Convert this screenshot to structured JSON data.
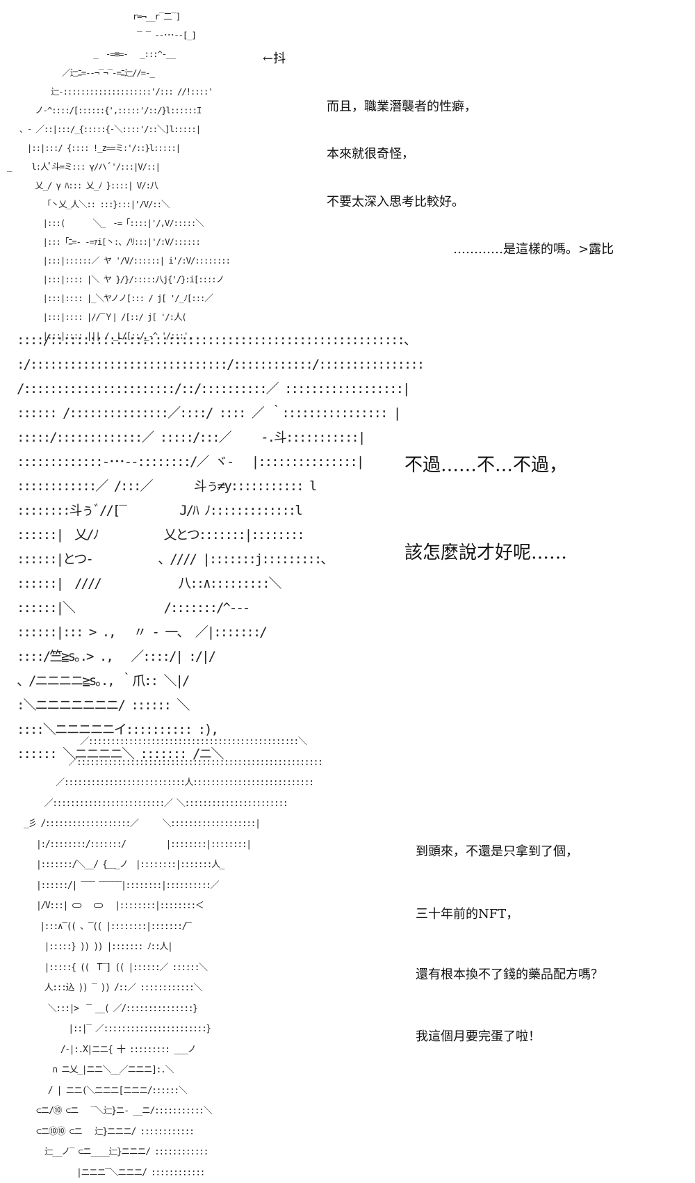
{
  "panel1": {
    "note": "←抖",
    "lines": [
      "而且，職業潛襲者的性癖，",
      "本來就很奇怪，",
      "不要太深入思考比較好。",
      "…………是這樣的嗎。>露比"
    ],
    "art": "　　　　　　　　　　　　　　　　r=¬__r‾二‾]\n　　　　　　　　　　　　　　　　 ‾ ‾ ‐‐･･･‐‐[_]\n　　　　　　　　　　　_　‐=≡=‐　 _:::^‐__\n　　　　　　　／辷ﾆ=‐‐¬‾¬‾‐=ﾆ辷//=‐_\n　　　　　 辷‐::::::::::::::::::::'/::: //!::::'\n　　　 ノ‐^::::/[::::::{',:::::'/::/}l::::::I\n　 、‐ ／::|:::/_{:::::{‐＼::::'/::＼]l:::::|\n　　 |::|:::/ {:::: !_z==ミ:'/::}l:::::|\n_　　 l:人ﾟ斗=ミ::: γ/ハ ﾞ'/:::|V/::|\n　　　 乂_/ γ ﾊ::: 乂_ﾉ }::::| V/:八\n　　　　 「丶乂_人＼:: :::}:::|'/V/::＼\n　　　　 |:::(　　　 ＼_　-=「::::|'/,V/:::::＼\n　　　　 |:::「ﾆ=‐ ‐=ｧi[丶:、/ﾘ:::|'/:V/::::::\n　　　　 |:::|::::::／ ヤ '/V/::::::| i'/:V/::::::::\n　　　　 |:::|:::: |＼ ヤ }/}/:::::八j{'/}:i[::::ノ\n　　　　 |:::|:::: |_＼ヤノノ[::: / j[ '/_ﾉ[:::／\n　　　　 |:::|:::: |//‾Ｙ| /[::/ j[ '/:人(\n　　　　 |:::|:::: ||| / _L/[::/_‐^ '/:::',"
  },
  "panel2": {
    "lines": [
      "不過……不…不過，",
      "該怎麼說才好呢……"
    ],
    "art": "::::/::::::::::::::::::::::::::::::::::::::::::::::::::::::、\n:/::::::::::::::::::::::::::::::/::::::::::::/::::::::::::::::\n/:::::::::::::::::::::::/::/::::::::::／ ::::::::::::::::::|\n:::::: /:::::::::::::::／::::/ :::: ／ ｀:::::::::::::::: |\n:::::/:::::::::::::／ :::::/:::／　　 ‐.斗:::::::::::|\n:::::::::::::‐･･･‐‐::::::::/／ ヾ‐　 |:::::::::::::::|\n::::::::::::／ /:::／　　　 斗ぅ≠y::::::::::: l\n::::::::斗ぅﾞ//[‾　　　　 J/ﾊ ﾉ:::::::::::::l\n::::::|　乂/ﾉ　　　　　 乂とつ:::::::|::::::::\n::::::|とつ‐　　　　　 、//// |:::::::j:::::::::、\n::::::|　////　　　　　　 八::∧:::::::::＼\n::::::|＼　　　　　　　 /:::::::/^‐‐‐\n::::::|::: > .,　 〃 ‐ 一、 ／|:::::::/\n::::/竺≧s｡.> .,　 ／::::/| :/|/\n、/ニニニニ≧s｡., ｀爪:: ＼|/\n:＼ニニニニニニニ/ :::::: ＼\n::::＼ニニニニニイ:::::::::: :),\n:::::: ＼ニニニニ＼ ::::::: /ニ＼"
  },
  "panel3": {
    "lines": [
      "到頭來，不還是只拿到了個，",
      "三十年前的NFT，",
      "還有根本換不了錢的藥品配方嗎？",
      "我這個月要完蛋了啦！"
    ],
    "art": "　　　　　　　／:::::::::::::::::::::::::::::::::::::::::::::::＼\n　　　　　 ／:::::::::::::::::::::::::::::::::::::::::::::::::::::::\n　　　　／:::::::::::::::::::::::::::人:::::::::::::::::::::::::::\n　　 ／:::::::::::::::::::::::::／ ＼:::::::::::::::::::::::\n_彡 /:::::::::::::::::::／　　　＼:::::::::::::::::::|\n　 |:/::::::::/:::::::/　　　　　|::::::::|::::::::|\n　 |:::::::/＼__/ {＿_ノ　|::::::::|:::::::人_\n　 |::::::/| ‾‾‾ ‾‾‾‾‾|::::::::|::::::::::／\n　 |/V:::| ⊂⊃　 ⊂⊃　 |::::::::|::::::::＜\n　　|:::∧‾(( 、‾(( |::::::::|:::::::/‾\n　　 |:::::} )) )) |::::::: ﾉ::人|\n　　 |:::::{ ((　T‾] (( |::::::／ ::::::＼\n　　 人:::込 )) ‾ )) /::／ ::::::::::::＼\n　　　＼:::|>　‾ __( ／/:::::::::::::::}\n　　　　　 |::|‾ ／:::::::::::::::::::::::}\n　　　　 /‐|:.X|ニニ{ 十 ::::::::: ___ノ\n　　　 ∩ ニ乂_|ニニ＼__／ニニニ]:.＼\n　　　/ | ニニ(＼ニニニ[ニニニ/::::::＼\n　 ⊂ニ/⑩ ⊂ニ　 ‾＼辷}ニ‐ __ニ/:::::::::::＼\n　 ⊂ニ⑩⑩ ⊂ニ　 辷}ニニニ/ ::::::::::::\n　　 辷__ノ‾ ⊂ニ____辷}ニニニ/ ::::::::::::\n　　　　　　 |ニニニ‾＼ニニニ/ ::::::::::::"
  }
}
